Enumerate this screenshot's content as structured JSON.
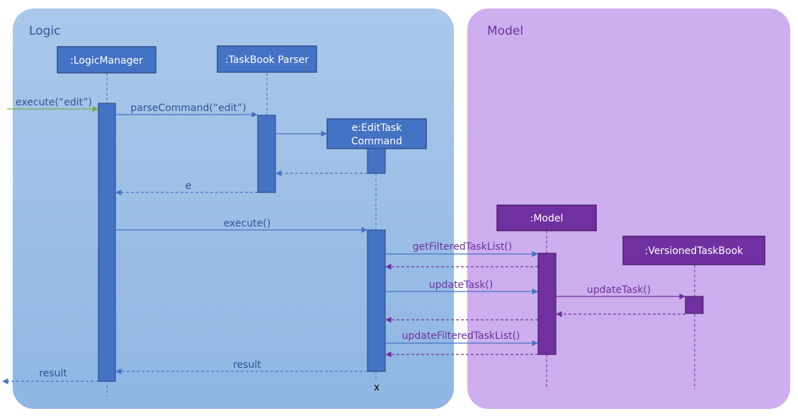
{
  "colors": {
    "logic_bg_top": "#aac8ea",
    "logic_bg_bottom": "#8fb6e3",
    "model_bg": "#cdaeee",
    "logic_box": "#4472c4",
    "logic_box_border": "#2f528f",
    "model_box": "#7030a0",
    "model_box_border": "#4b1f6d",
    "logic_text": "#2f5597",
    "model_text": "#7030a0",
    "incoming_arrow": "#70ad47"
  },
  "logic": {
    "title": "Logic"
  },
  "model": {
    "title": "Model"
  },
  "participants": {
    "logic_manager": ":LogicManager",
    "taskbook_parser": ":TaskBook Parser",
    "edit_command_line1": "e:EditTask",
    "edit_command_line2": "Command",
    "model": ":Model",
    "versioned_taskbook": ":VersionedTaskBook"
  },
  "messages": {
    "execute_edit": "execute(“edit”)",
    "parse_command": "parseCommand(“edit”)",
    "e_return": "e",
    "execute": "execute()",
    "get_filtered": "getFilteredTaskList()",
    "update_task_model": "updateTask()",
    "update_task_versioned": "updateTask()",
    "update_filtered": "updateFilteredTaskList()",
    "result_to_logic": "result",
    "result_out": "result",
    "destroy_mark": "x"
  }
}
